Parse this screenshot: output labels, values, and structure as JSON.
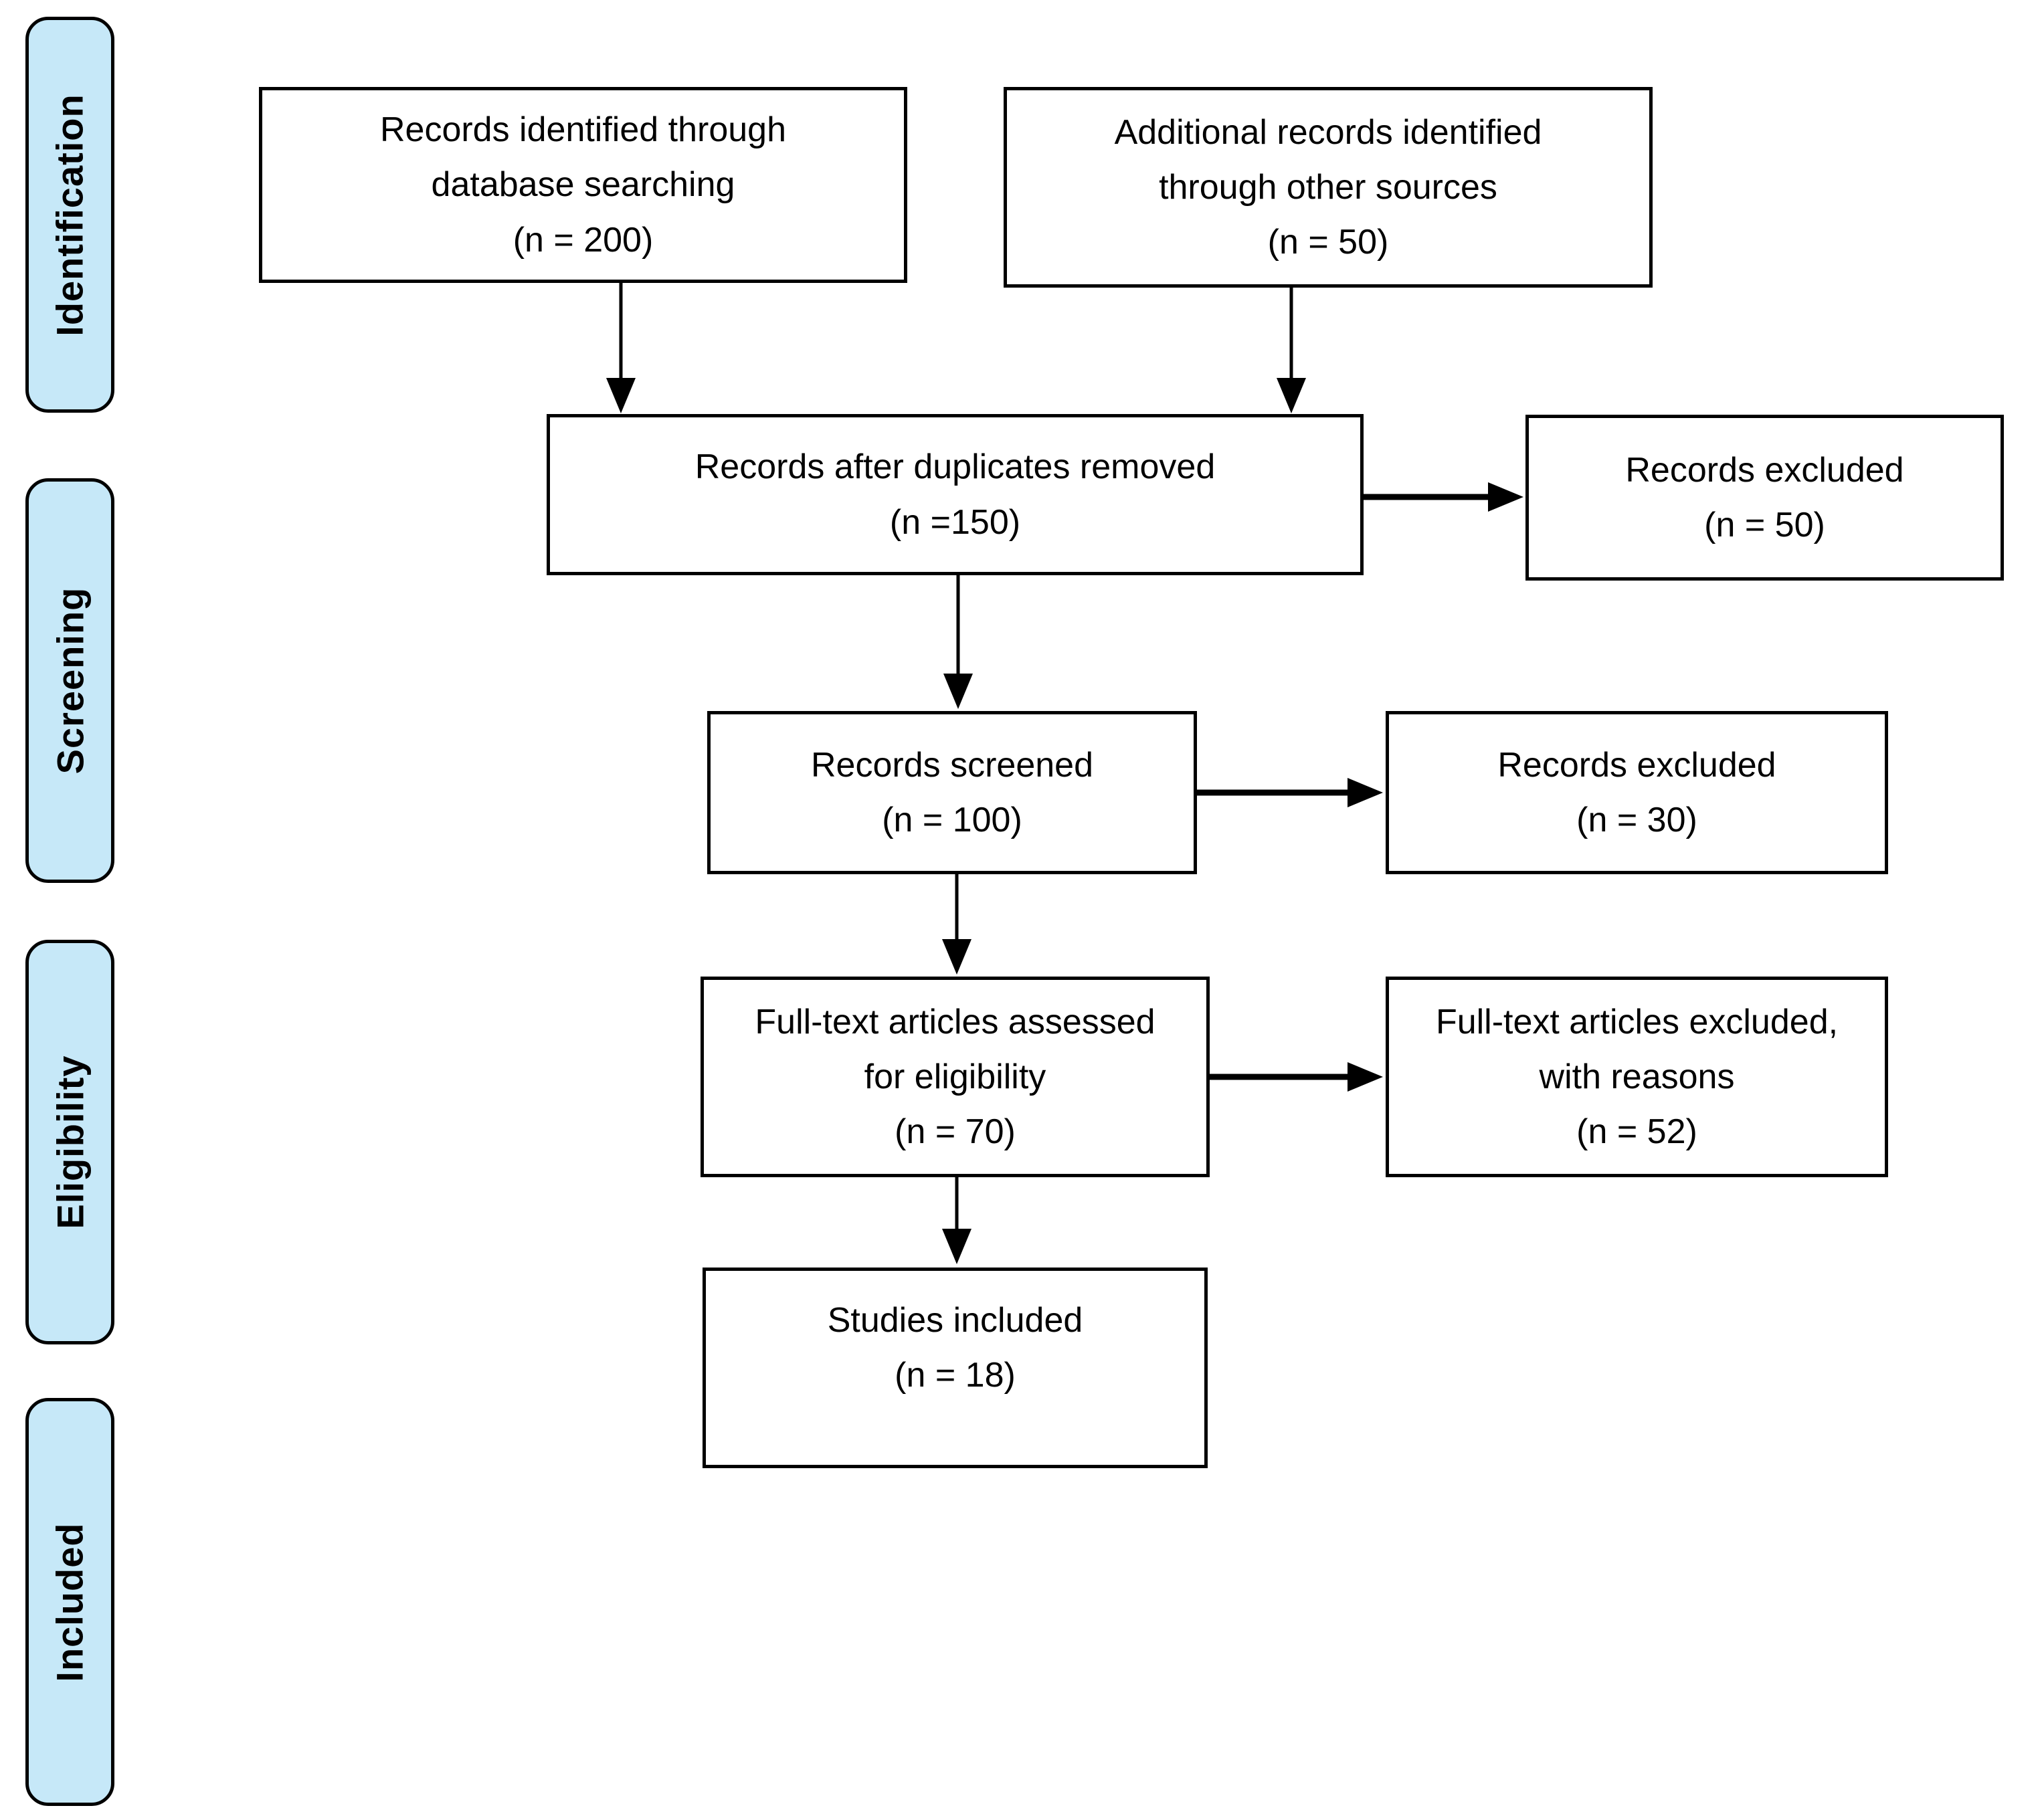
{
  "colors": {
    "pill_fill": "#C6E8F8",
    "pill_border": "#000000",
    "box_fill": "#FFFFFF",
    "box_border": "#000000",
    "text": "#000000",
    "background": "#FFFFFF",
    "arrow": "#000000"
  },
  "sidebar": {
    "labels": {
      "identification": "Identification",
      "screening": "Screening",
      "eligibility": "Eligibility",
      "included": "Included"
    }
  },
  "boxes": {
    "records_identified": {
      "text": "Records identified through\ndatabase searching\n(n = 200)"
    },
    "additional_records": {
      "text": "Additional records identified\nthrough other sources\n(n = 50)"
    },
    "duplicates_removed": {
      "text": "Records after duplicates removed\n(n =150)"
    },
    "records_excluded_after_duplicates": {
      "text": "Records excluded\n(n = 50)"
    },
    "records_screened": {
      "text": "Records screened\n(n = 100)"
    },
    "records_excluded_screening": {
      "text": "Records excluded\n(n = 30)"
    },
    "fulltext_assessed": {
      "text": "Full-text articles assessed\nfor eligibility\n(n = 70)"
    },
    "fulltext_excluded": {
      "text": "Full-text articles excluded,\nwith reasons\n(n = 52)"
    },
    "studies_included": {
      "text": "Studies included\n(n = 18)"
    }
  }
}
